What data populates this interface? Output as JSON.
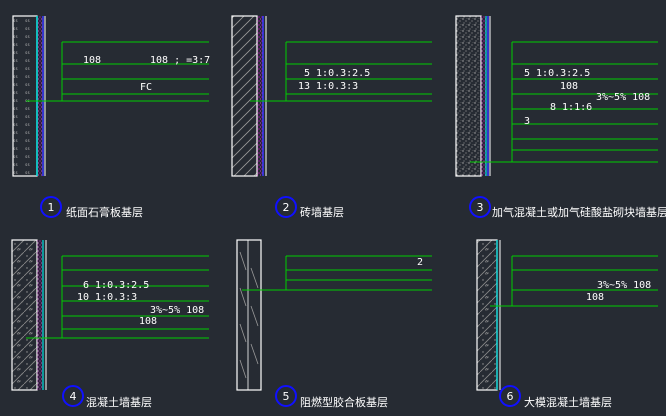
{
  "colors": {
    "background": "#262b33",
    "leader": "#00cc00",
    "outline": "#ffffff",
    "hatch": "#9a9a9a",
    "layer_cyan": "#00e0e0",
    "layer_blue": "#3a3aff",
    "layer_magenta": "#d000d0",
    "badge": "#1010ff"
  },
  "details": [
    {
      "id": "1",
      "caption": "纸面石膏板基层",
      "base": "gypsum-board",
      "notes": [
        {
          "text": "108"
        },
        {
          "text": "108 ; =3:7"
        },
        {
          "text": "FC"
        }
      ]
    },
    {
      "id": "2",
      "caption": "砖墙基层",
      "base": "brick",
      "notes": [
        {
          "text": "5 1:0.3:2.5"
        },
        {
          "text": "13 1:0.3:3"
        }
      ]
    },
    {
      "id": "3",
      "caption": "加气混凝土或加气硅酸盐砌块墙基层",
      "base": "aerated-concrete",
      "notes": [
        {
          "text": "5 1:0.3:2.5"
        },
        {
          "text": "108"
        },
        {
          "text": "3%~5% 108"
        },
        {
          "text": "8 1:1:6"
        },
        {
          "text": "3"
        }
      ]
    },
    {
      "id": "4",
      "caption": "混凝土墙基层",
      "base": "concrete",
      "notes": [
        {
          "text": "6 1:0.3:2.5"
        },
        {
          "text": "10 1:0.3:3"
        },
        {
          "text": "3%~5% 108"
        },
        {
          "text": "108"
        }
      ]
    },
    {
      "id": "5",
      "caption": "阻燃型胶合板基层",
      "base": "plywood",
      "notes": [
        {
          "text": "2"
        }
      ]
    },
    {
      "id": "6",
      "caption": "大模混凝土墙基层",
      "base": "large-form-concrete",
      "notes": [
        {
          "text": "3%~5% 108"
        },
        {
          "text": "108"
        }
      ]
    }
  ]
}
